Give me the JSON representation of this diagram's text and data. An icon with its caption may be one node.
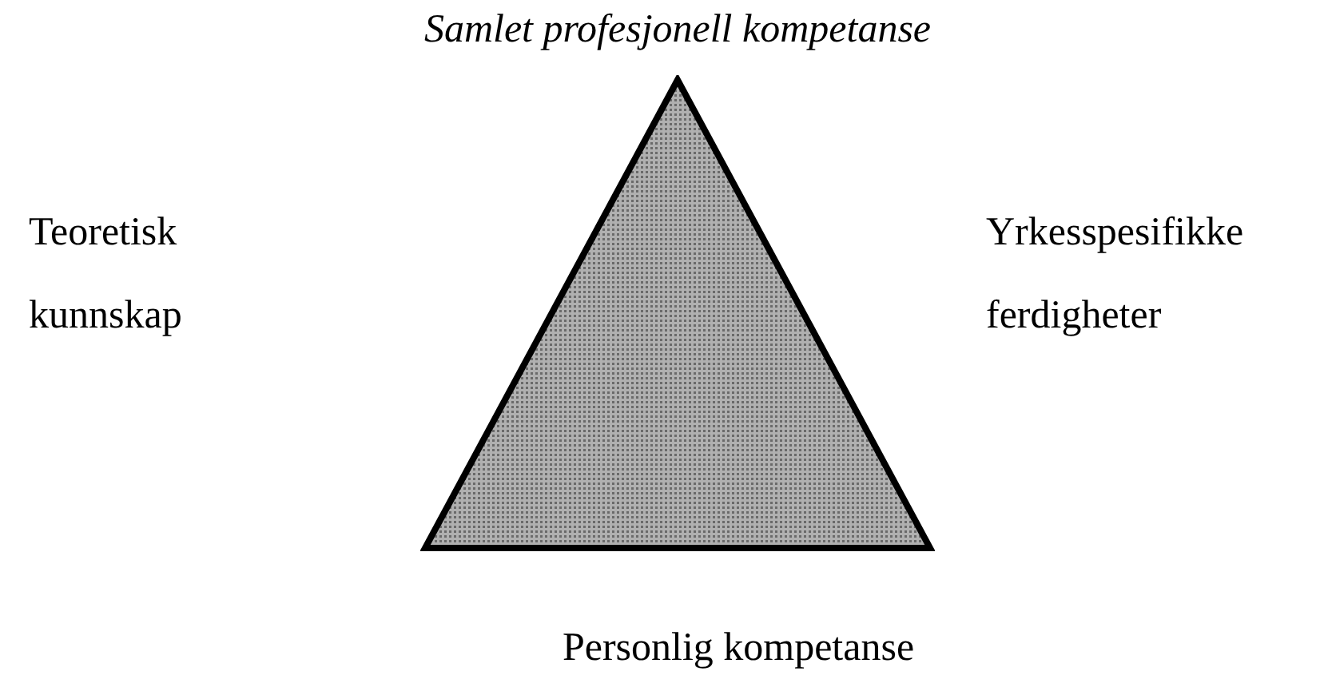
{
  "diagram": {
    "nodes": [
      {
        "text": [],
        "shape": "triangle"
      }
    ],
    "labels": [
      "Samlet profesjonell kompetanse",
      "Teoretisk kunnskap",
      "Yrkesspesifikke ferdigheter",
      "Personlig kompetanse"
    ]
  }
}
